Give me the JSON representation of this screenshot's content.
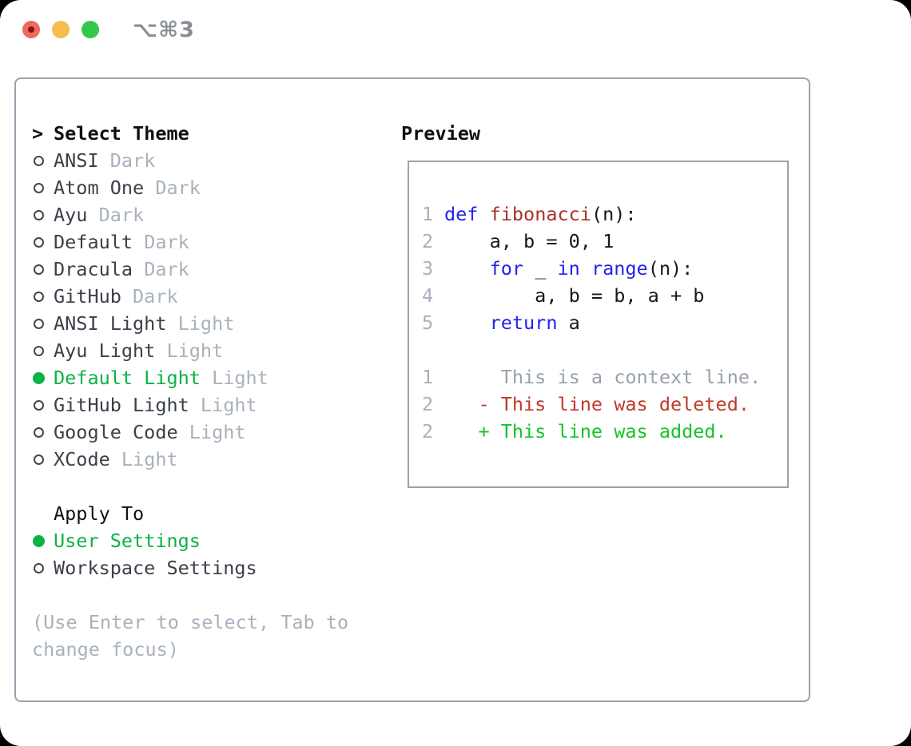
{
  "window": {
    "title_shortcut": "⌥⌘3"
  },
  "colors": {
    "border": "#9aa2ae",
    "header": "#0e1013",
    "text": "#3a4049",
    "muted": "#a8b1bc",
    "green": "#0bb244",
    "linenum": "#a8b1bc",
    "kw": "#2323e8",
    "fn": "#a93226",
    "ctx": "#98a1ab",
    "del": "#c0392b",
    "add": "#17c428",
    "tl_red": "#ee6a5e",
    "tl_yellow": "#f5bd4b",
    "tl_green": "#35c749"
  },
  "theme_selector": {
    "prompt": ">",
    "title": "Select Theme",
    "themes": [
      {
        "name": "ANSI",
        "variant": "Dark",
        "selected": false
      },
      {
        "name": "Atom One",
        "variant": "Dark",
        "selected": false
      },
      {
        "name": "Ayu",
        "variant": "Dark",
        "selected": false
      },
      {
        "name": "Default",
        "variant": "Dark",
        "selected": false
      },
      {
        "name": "Dracula",
        "variant": "Dark",
        "selected": false
      },
      {
        "name": "GitHub",
        "variant": "Dark",
        "selected": false
      },
      {
        "name": "ANSI Light",
        "variant": "Light",
        "selected": false
      },
      {
        "name": "Ayu Light",
        "variant": "Light",
        "selected": false
      },
      {
        "name": "Default Light",
        "variant": "Light",
        "selected": true
      },
      {
        "name": "GitHub Light",
        "variant": "Light",
        "selected": false
      },
      {
        "name": "Google Code",
        "variant": "Light",
        "selected": false
      },
      {
        "name": "XCode",
        "variant": "Light",
        "selected": false
      }
    ],
    "apply_to": {
      "title": "Apply To",
      "options": [
        {
          "label": "User Settings",
          "selected": true
        },
        {
          "label": "Workspace Settings",
          "selected": false
        }
      ]
    },
    "help_text": "(Use Enter to select, Tab to change focus)"
  },
  "preview": {
    "title": "Preview",
    "lines": [
      {
        "num": "1",
        "tokens": [
          {
            "t": "def",
            "c": "kw"
          },
          {
            "t": " ",
            "c": "pl"
          },
          {
            "t": "fibonacci",
            "c": "fn"
          },
          {
            "t": "(n):",
            "c": "pl"
          }
        ]
      },
      {
        "num": "2",
        "tokens": [
          {
            "t": "    a, b = 0, 1",
            "c": "pl"
          }
        ]
      },
      {
        "num": "3",
        "tokens": [
          {
            "t": "    ",
            "c": "pl"
          },
          {
            "t": "for",
            "c": "kw"
          },
          {
            "t": " _ ",
            "c": "pl"
          },
          {
            "t": "in",
            "c": "kw"
          },
          {
            "t": " ",
            "c": "pl"
          },
          {
            "t": "range",
            "c": "kw"
          },
          {
            "t": "(n):",
            "c": "pl"
          }
        ]
      },
      {
        "num": "4",
        "tokens": [
          {
            "t": "        a, b = b, a + b",
            "c": "pl"
          }
        ]
      },
      {
        "num": "5",
        "tokens": [
          {
            "t": "    ",
            "c": "pl"
          },
          {
            "t": "return",
            "c": "kw"
          },
          {
            "t": " a",
            "c": "pl"
          }
        ]
      },
      {
        "num": "",
        "tokens": []
      },
      {
        "num": "1",
        "tokens": [
          {
            "t": "     This is a context line.",
            "c": "ctx"
          }
        ]
      },
      {
        "num": "2",
        "tokens": [
          {
            "t": "   - This line was deleted.",
            "c": "del"
          }
        ]
      },
      {
        "num": "2",
        "tokens": [
          {
            "t": "   + This line was added.",
            "c": "add"
          }
        ]
      }
    ]
  }
}
